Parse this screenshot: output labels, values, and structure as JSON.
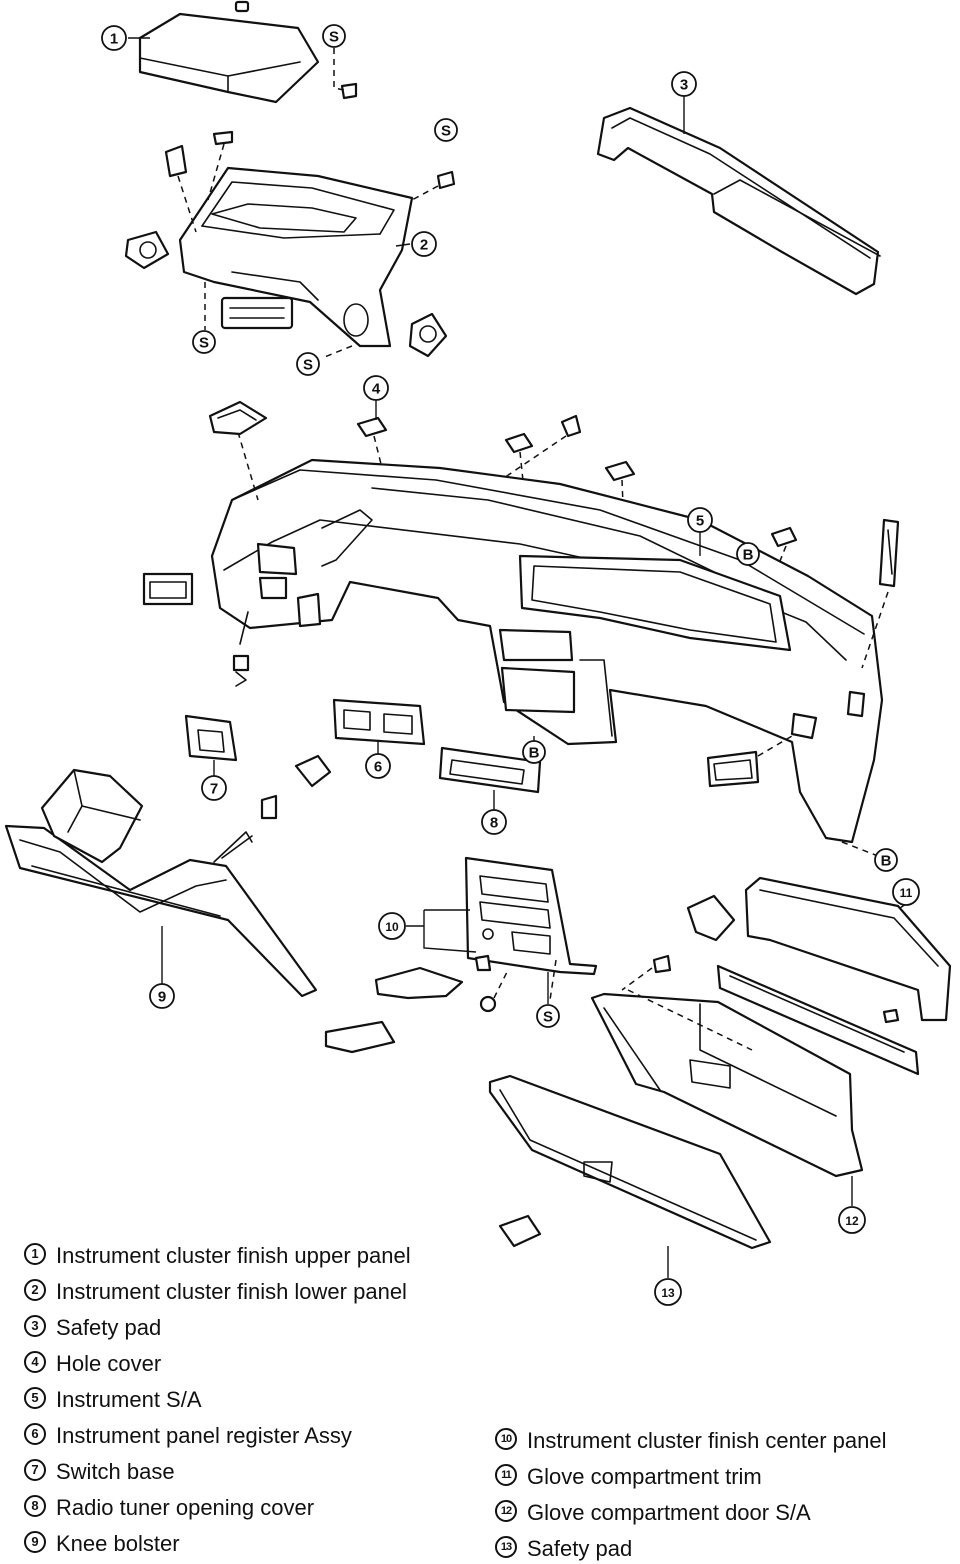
{
  "callouts": {
    "c1": "1",
    "c2": "2",
    "c3": "3",
    "c4": "4",
    "c5": "5",
    "c6": "6",
    "c7": "7",
    "c8": "8",
    "c9": "9",
    "c10": "10",
    "c11": "11",
    "c12": "12",
    "c13": "13",
    "screw": "S",
    "clip": "B"
  },
  "legend": {
    "left": [
      {
        "num": "1",
        "label": "Instrument cluster finish upper panel"
      },
      {
        "num": "2",
        "label": "Instrument cluster finish lower panel"
      },
      {
        "num": "3",
        "label": "Safety pad"
      },
      {
        "num": "4",
        "label": "Hole cover"
      },
      {
        "num": "5",
        "label": "Instrument S/A"
      },
      {
        "num": "6",
        "label": "Instrument panel register Assy"
      },
      {
        "num": "7",
        "label": "Switch base"
      },
      {
        "num": "8",
        "label": "Radio tuner opening cover"
      },
      {
        "num": "9",
        "label": "Knee bolster"
      }
    ],
    "right": [
      {
        "num": "10",
        "label": "Instrument cluster finish center panel"
      },
      {
        "num": "11",
        "label": "Glove compartment trim"
      },
      {
        "num": "12",
        "label": "Glove compartment door S/A"
      },
      {
        "num": "13",
        "label": "Safety pad"
      }
    ]
  }
}
